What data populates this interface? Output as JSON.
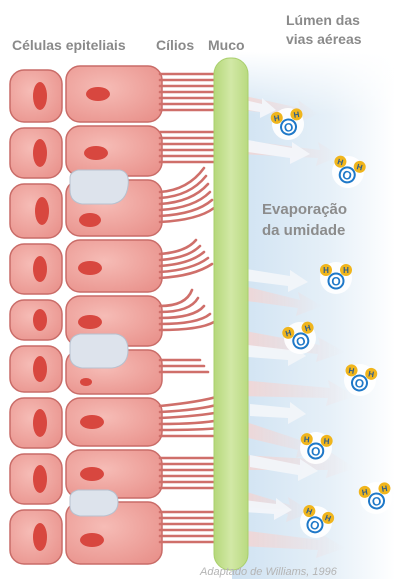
{
  "labels": {
    "epithelial_cells": "Células epiteliais",
    "cilia": "Cílios",
    "mucus": "Muco",
    "lumen_line1": "Lúmen das",
    "lumen_line2": "vias aéreas",
    "evaporation_line1": "Evaporação",
    "evaporation_line2": "da umidade",
    "credit": "Adaptado de Williams, 1996"
  },
  "molecule": {
    "oxygen": "O",
    "hydrogen": "H"
  },
  "colors": {
    "cell_fill": "#f2a6a0",
    "cell_stroke": "#c96c68",
    "nucleus": "#d8473f",
    "goblet_mucus": "#dfe5ee",
    "mucus_layer": "#c5e08e",
    "cilia": "#cf6f6a",
    "lumen": "#dbe9f5",
    "arrow": "#eef1f5",
    "oxygen": "#1e78c8",
    "hydrogen": "#f0b51c",
    "label_text": "#8a8a8a"
  }
}
